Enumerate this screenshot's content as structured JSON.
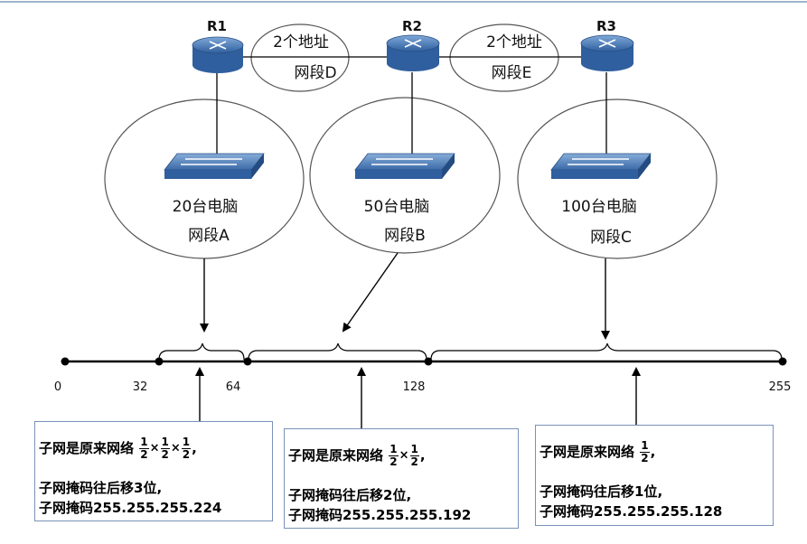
{
  "routers": [
    {
      "label": "R1"
    },
    {
      "label": "R2"
    },
    {
      "label": "R3"
    }
  ],
  "links": [
    {
      "line1": "2个地址",
      "line2": "网段D"
    },
    {
      "line1": "2个地址",
      "line2": "网段E"
    }
  ],
  "segments": [
    {
      "hosts": "20台电脑",
      "name": "网段A"
    },
    {
      "hosts": "50台电脑",
      "name": "网段B"
    },
    {
      "hosts": "100台电脑",
      "name": "网段C"
    }
  ],
  "ticks": [
    "0",
    "32",
    "64",
    "128",
    "255"
  ],
  "boxes": [
    {
      "line1": "子网是原来网络",
      "fraction_num": "1",
      "fraction_den": "2",
      "fraction_count": 3,
      "line2": "子网掩码往后移3位,",
      "line3": "子网掩码255.255.255.224"
    },
    {
      "line1": "子网是原来网络",
      "fraction_num": "1",
      "fraction_den": "2",
      "fraction_count": 2,
      "line2": "子网掩码往后移2位,",
      "line3": "子网掩码255.255.255.192"
    },
    {
      "line1": "子网是原来网络",
      "fraction_num": "1",
      "fraction_den": "2",
      "fraction_count": 1,
      "line2": "子网掩码往后移1位,",
      "line3": "子网掩码255.255.255.128"
    }
  ],
  "colors": {
    "device_blue": "#3d6ba8",
    "device_light": "#6e9bd0",
    "box_border": "#7a92b8",
    "line": "#000000"
  }
}
